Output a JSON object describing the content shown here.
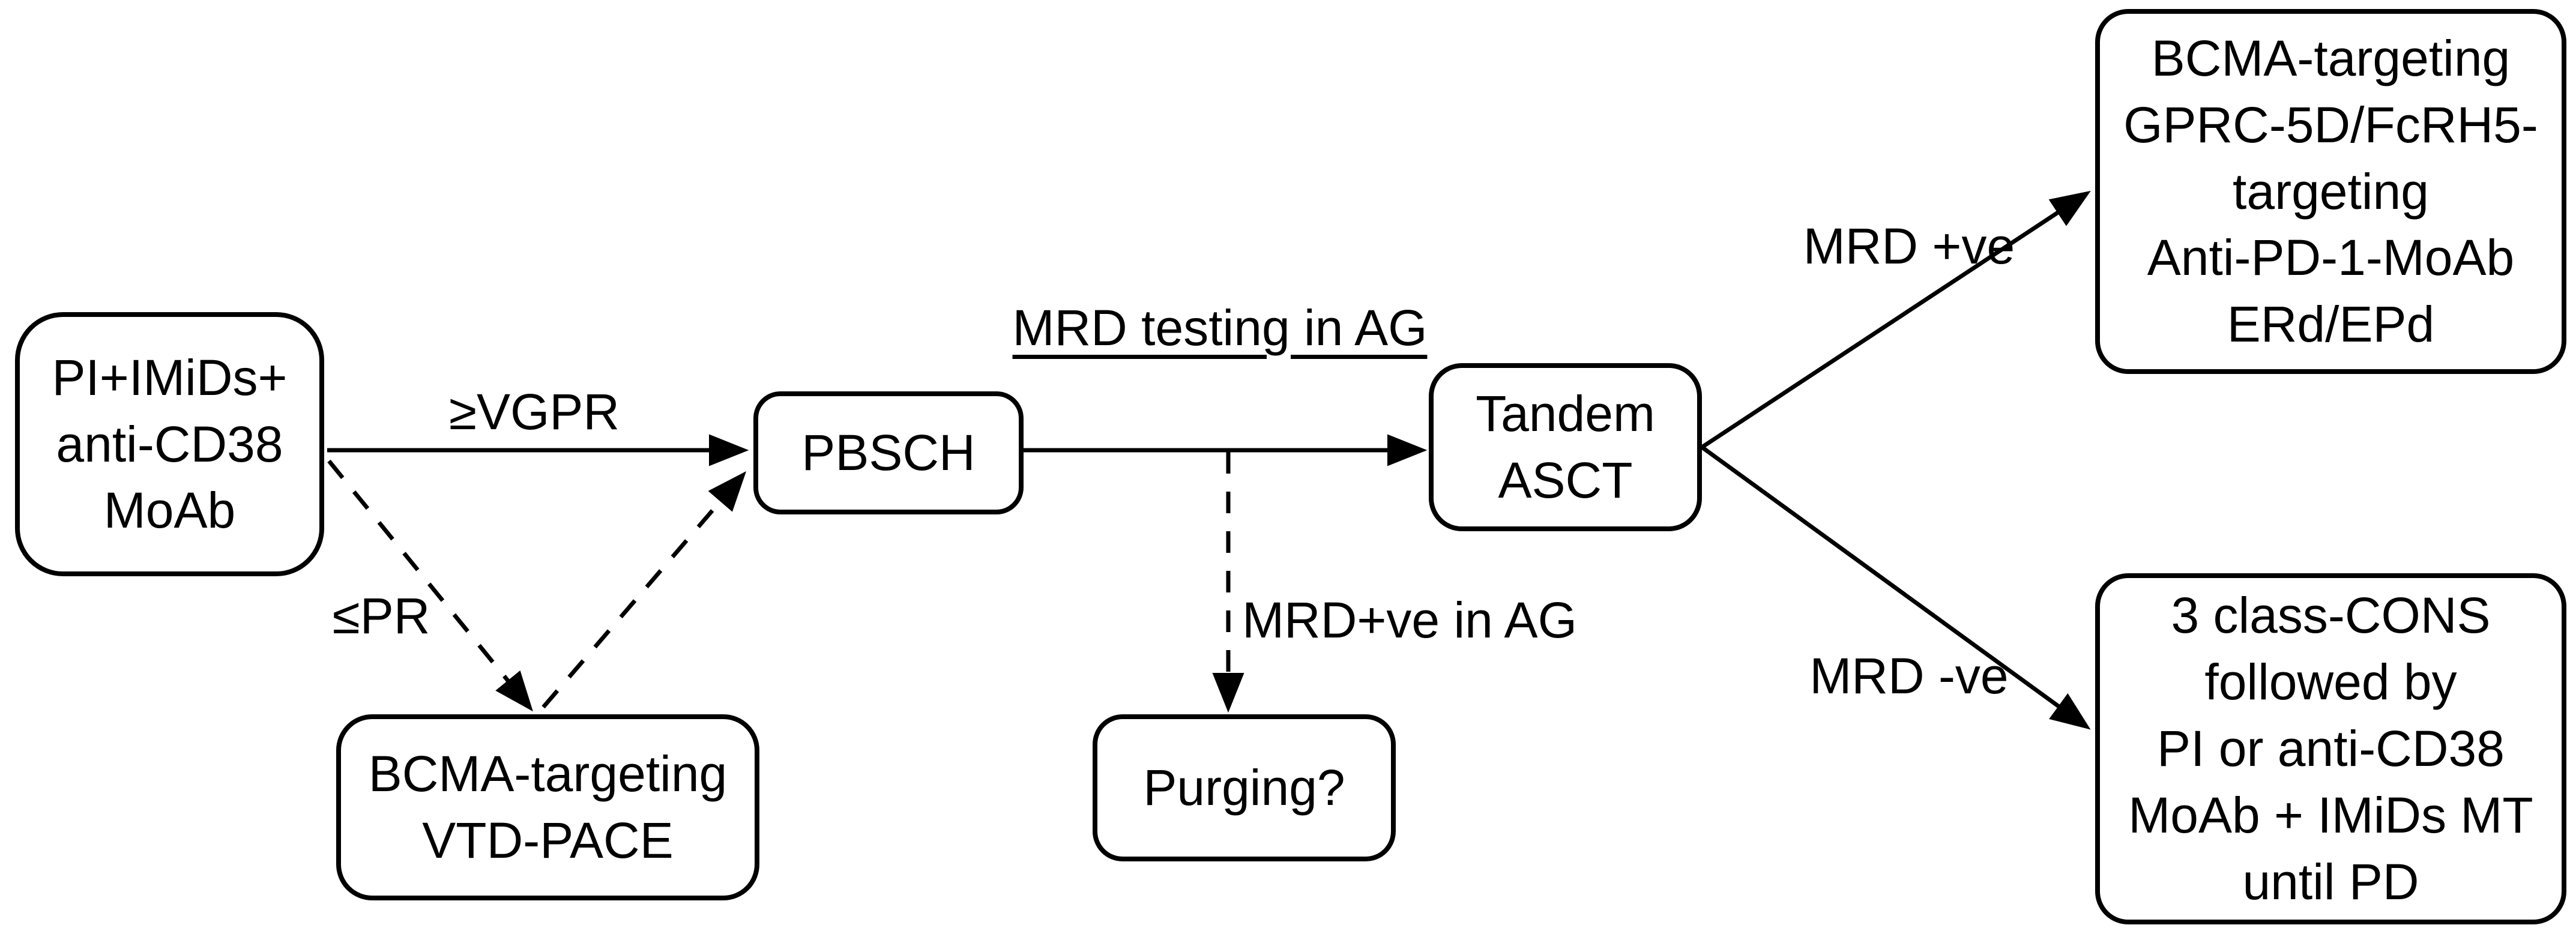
{
  "diagram": {
    "colors": {
      "background": "#ffffff",
      "line": "#000000",
      "text": "#000000"
    },
    "boxes": {
      "induction": {
        "lines": [
          "PI+IMiDs+",
          "anti-CD38",
          "MoAb"
        ]
      },
      "vtd_pace": {
        "lines": [
          "BCMA-targeting",
          "VTD-PACE"
        ]
      },
      "pbsch": {
        "lines": [
          "PBSCH"
        ]
      },
      "purging": {
        "lines": [
          "Purging?"
        ]
      },
      "tandem_asct": {
        "lines": [
          "Tandem",
          "ASCT"
        ]
      },
      "mrd_positive_therapy": {
        "lines": [
          "BCMA-targeting",
          "GPRC-5D/FcRH5-",
          "targeting",
          "Anti-PD-1-MoAb",
          "ERd/EPd"
        ]
      },
      "mrd_negative_therapy": {
        "lines": [
          "3 class-CONS",
          "followed by",
          "PI or anti-CD38",
          "MoAb + IMiDs MT",
          "until PD"
        ]
      }
    },
    "edges": [
      {
        "id": "induction-to-pbsch",
        "from": "induction",
        "to": "pbsch",
        "style": "solid",
        "label": "≥VGPR"
      },
      {
        "id": "induction-to-vtd-pace",
        "from": "induction",
        "to": "vtd_pace",
        "style": "dashed",
        "label": "≤PR"
      },
      {
        "id": "vtd-pace-to-pbsch",
        "from": "vtd_pace",
        "to": "pbsch",
        "style": "dashed",
        "label": ""
      },
      {
        "id": "pbsch-to-tandem-asct",
        "from": "pbsch",
        "to": "tandem_asct",
        "style": "solid",
        "label": "MRD testing in AG",
        "label_underlined": true
      },
      {
        "id": "mrd-line-to-purging",
        "from": "pbsch",
        "to": "purging",
        "style": "dashed",
        "label": "MRD+ve in AG"
      },
      {
        "id": "tandem-to-mrd-positive",
        "from": "tandem_asct",
        "to": "mrd_positive_therapy",
        "style": "solid",
        "label": "MRD +ve"
      },
      {
        "id": "tandem-to-mrd-negative",
        "from": "tandem_asct",
        "to": "mrd_negative_therapy",
        "style": "solid",
        "label": "MRD -ve"
      }
    ]
  }
}
